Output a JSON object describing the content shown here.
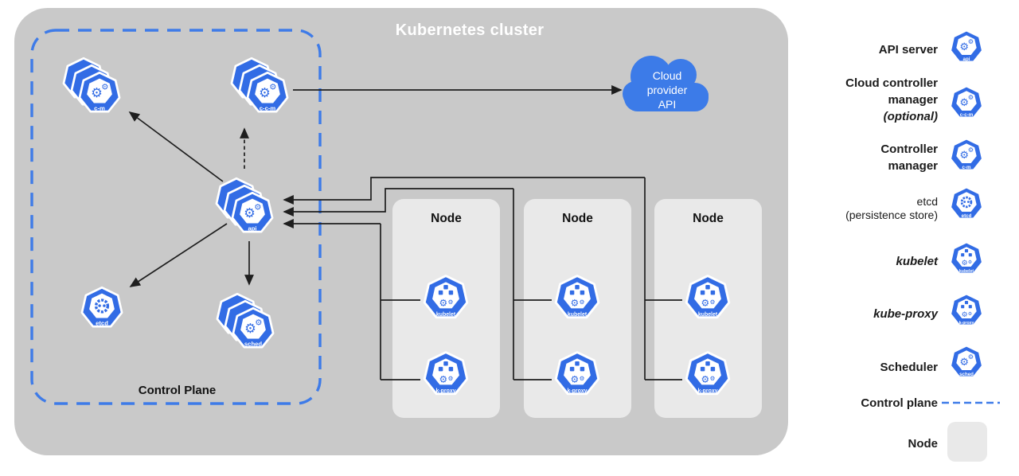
{
  "title": "Kubernetes cluster",
  "cloud": {
    "line1": "Cloud",
    "line2": "provider",
    "line3": "API"
  },
  "control_plane_label": "Control Plane",
  "node_label": "Node",
  "icons": {
    "api": {
      "label": "api",
      "glyph": "gears"
    },
    "ccm": {
      "label": "c-c-m",
      "glyph": "gears"
    },
    "cm": {
      "label": "c-m",
      "glyph": "gears"
    },
    "etcd": {
      "label": "etcd",
      "glyph": "etcd"
    },
    "sched": {
      "label": "sched",
      "glyph": "gears"
    },
    "kubelet": {
      "label": "kubelet",
      "glyph": "cubes"
    },
    "kproxy": {
      "label": "k-proxy",
      "glyph": "cubes"
    }
  },
  "legend": {
    "api": {
      "line1": "API server"
    },
    "ccm": {
      "line1": "Cloud controller",
      "line2": "manager",
      "sub": "(optional)"
    },
    "cm": {
      "line1": "Controller",
      "line2": "manager"
    },
    "etcd": {
      "line1": "etcd",
      "line2": "(persistence store)"
    },
    "kubelet": {
      "line1": "kubelet"
    },
    "kproxy": {
      "line1": "kube-proxy"
    },
    "sched": {
      "line1": "Scheduler"
    },
    "control_plane": {
      "line1": "Control plane"
    },
    "node": {
      "line1": "Node"
    }
  },
  "colors": {
    "k8s_blue": "#326CE5",
    "cloud_blue": "#3C7BE8",
    "dash_blue": "#3E7BE8",
    "cluster_gray": "#C9C9C9",
    "node_gray": "#E9E9E9",
    "line": "#1E1E1E"
  }
}
